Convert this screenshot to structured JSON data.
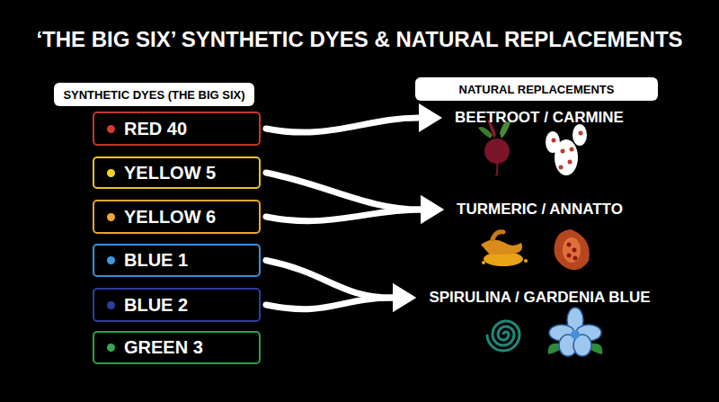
{
  "diagram": {
    "title": "‘THE BIG SIX’ SYNTHETIC DYES & NATURAL REPLACEMENTS",
    "nodes": [
      {
        "text": [
          "SYNTHETIC DYES (THE BIG SIX)"
        ]
      },
      {
        "text": [
          "NATURAL REPLACEMENTS"
        ]
      },
      {
        "text": [
          "RED 40"
        ]
      },
      {
        "text": [
          "YELLOW 5"
        ]
      },
      {
        "text": [
          "YELLOW 6"
        ]
      },
      {
        "text": [
          "BLUE 1"
        ]
      },
      {
        "text": [
          "BLUE 2"
        ]
      },
      {
        "text": [
          "GREEN 3"
        ]
      },
      {
        "text": [
          "BEETROOT / CARMINE"
        ]
      },
      {
        "text": [
          "TURMERIC / ANNATTO"
        ]
      },
      {
        "text": [
          "SPIRULINA / GARDENIA BLUE"
        ]
      }
    ],
    "edges": [
      {
        "from": 2,
        "to": 8,
        "arrow": "to"
      },
      {
        "from": 3,
        "to": 9,
        "arrow": "to"
      },
      {
        "from": 4,
        "to": 9,
        "arrow": "to"
      },
      {
        "from": 5,
        "to": 10,
        "arrow": "to"
      },
      {
        "from": 6,
        "to": 10,
        "arrow": "to"
      }
    ]
  }
}
